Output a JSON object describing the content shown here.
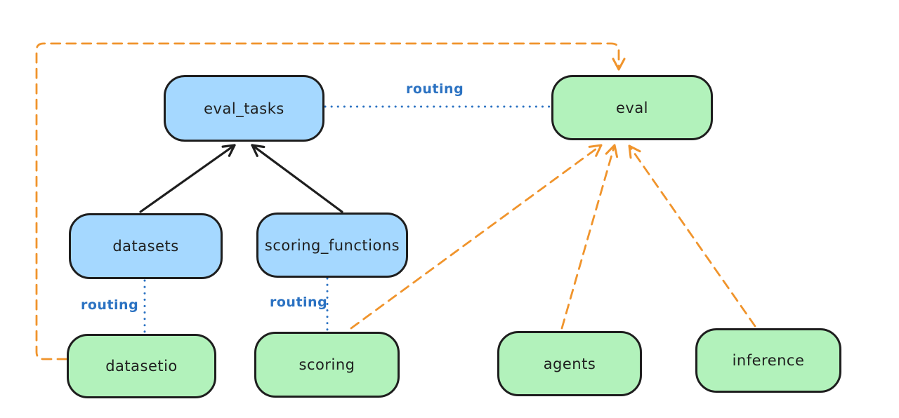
{
  "diagram": {
    "type": "flow-diagram",
    "colors": {
      "background": "#ffffff",
      "blue_fill": "#a5d8ff",
      "green_fill": "#b2f2bb",
      "node_stroke": "#1e1e1e",
      "text": "#1e1e1e",
      "routing_blue": "#2b72c2",
      "orange": "#f0942c",
      "black_arrow": "#1e1e1e"
    },
    "nodes": [
      {
        "id": "eval_tasks",
        "label": "eval_tasks",
        "color": "blue"
      },
      {
        "id": "eval",
        "label": "eval",
        "color": "green"
      },
      {
        "id": "datasets",
        "label": "datasets",
        "color": "blue"
      },
      {
        "id": "scoring_functions",
        "label": "scoring_functions",
        "color": "blue"
      },
      {
        "id": "datasetio",
        "label": "datasetio",
        "color": "green"
      },
      {
        "id": "scoring",
        "label": "scoring",
        "color": "green"
      },
      {
        "id": "agents",
        "label": "agents",
        "color": "green"
      },
      {
        "id": "inference",
        "label": "inference",
        "color": "green"
      }
    ],
    "edges": [
      {
        "from": "eval_tasks",
        "to": "eval",
        "label": "routing",
        "style": "dotted-blue"
      },
      {
        "from": "datasets",
        "to": "datasetio",
        "label": "routing",
        "style": "dotted-blue"
      },
      {
        "from": "scoring_functions",
        "to": "scoring",
        "label": "routing",
        "style": "dotted-blue"
      },
      {
        "from": "datasets",
        "to": "eval_tasks",
        "label": "",
        "style": "solid-black-arrow"
      },
      {
        "from": "scoring_functions",
        "to": "eval_tasks",
        "label": "",
        "style": "solid-black-arrow"
      },
      {
        "from": "datasetio",
        "to": "eval",
        "label": "",
        "style": "dashed-orange-arrow"
      },
      {
        "from": "scoring",
        "to": "eval",
        "label": "",
        "style": "dashed-orange-arrow"
      },
      {
        "from": "agents",
        "to": "eval",
        "label": "",
        "style": "dashed-orange-arrow"
      },
      {
        "from": "inference",
        "to": "eval",
        "label": "",
        "style": "dashed-orange-arrow"
      }
    ]
  }
}
